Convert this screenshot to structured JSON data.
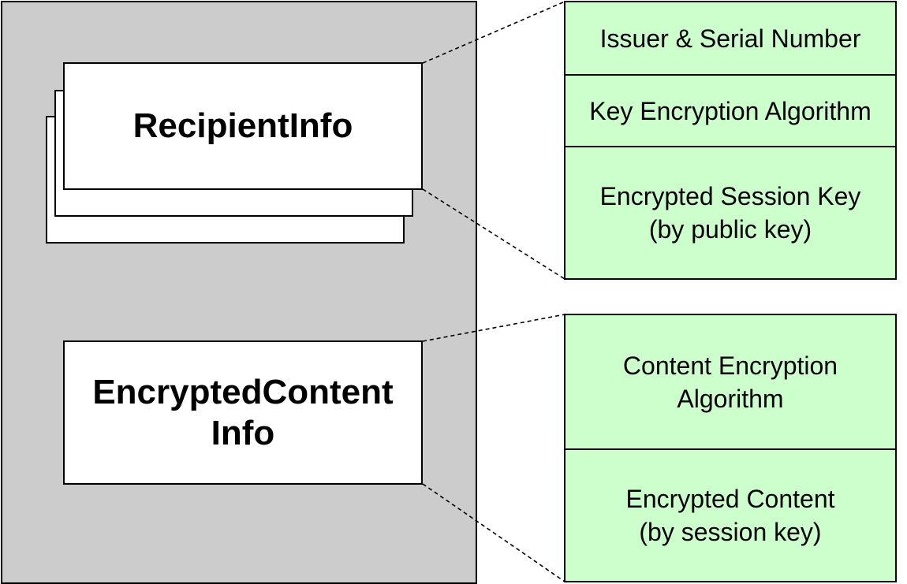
{
  "envelope": {
    "recipient_info_label": "RecipientInfo",
    "encrypted_content_info_label": [
      "EncryptedContent",
      "Info"
    ]
  },
  "recipient_info_fields": [
    {
      "lines": [
        "Issuer & Serial Number"
      ]
    },
    {
      "lines": [
        "Key Encryption Algorithm"
      ]
    },
    {
      "lines": [
        "Encrypted Session Key",
        "(by public key)"
      ]
    }
  ],
  "encrypted_content_info_fields": [
    {
      "lines": [
        "Content Encryption",
        "Algorithm"
      ]
    },
    {
      "lines": [
        "Encrypted Content",
        "(by session key)"
      ]
    }
  ],
  "colors": {
    "envelope_fill": "#cccccc",
    "field_fill": "#ccffcc",
    "card_fill": "#ffffff",
    "stroke": "#000000"
  }
}
